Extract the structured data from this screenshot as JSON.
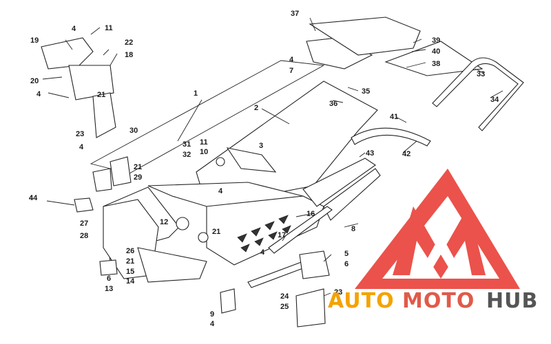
{
  "diagram": {
    "callouts": [
      {
        "id": "c37",
        "label": "37"
      },
      {
        "id": "c39",
        "label": "39"
      },
      {
        "id": "c40",
        "label": "40"
      },
      {
        "id": "c38",
        "label": "38"
      },
      {
        "id": "c4a",
        "label": "4"
      },
      {
        "id": "c7",
        "label": "7"
      },
      {
        "id": "c33",
        "label": "33"
      },
      {
        "id": "c35",
        "label": "35"
      },
      {
        "id": "c34",
        "label": "34"
      },
      {
        "id": "c36",
        "label": "36"
      },
      {
        "id": "c1",
        "label": "1"
      },
      {
        "id": "c2",
        "label": "2"
      },
      {
        "id": "c41",
        "label": "41"
      },
      {
        "id": "c42",
        "label": "42"
      },
      {
        "id": "c43",
        "label": "43"
      },
      {
        "id": "c3",
        "label": "3"
      },
      {
        "id": "c11b",
        "label": "11"
      },
      {
        "id": "c10",
        "label": "10"
      },
      {
        "id": "c31",
        "label": "31"
      },
      {
        "id": "c32",
        "label": "32"
      },
      {
        "id": "c30",
        "label": "30"
      },
      {
        "id": "c4b",
        "label": "4"
      },
      {
        "id": "c19",
        "label": "19"
      },
      {
        "id": "c4c",
        "label": "4"
      },
      {
        "id": "c11a",
        "label": "11"
      },
      {
        "id": "c22",
        "label": "22"
      },
      {
        "id": "c18",
        "label": "18"
      },
      {
        "id": "c20",
        "label": "20"
      },
      {
        "id": "c4d",
        "label": "4"
      },
      {
        "id": "c21a",
        "label": "21"
      },
      {
        "id": "c23a",
        "label": "23"
      },
      {
        "id": "c4e",
        "label": "4"
      },
      {
        "id": "c21b",
        "label": "21"
      },
      {
        "id": "c29",
        "label": "29"
      },
      {
        "id": "c4f",
        "label": "4"
      },
      {
        "id": "c44",
        "label": "44"
      },
      {
        "id": "c27",
        "label": "27"
      },
      {
        "id": "c28",
        "label": "28"
      },
      {
        "id": "c12",
        "label": "12"
      },
      {
        "id": "c21c",
        "label": "21"
      },
      {
        "id": "c16",
        "label": "16"
      },
      {
        "id": "c8",
        "label": "8"
      },
      {
        "id": "c17",
        "label": "17"
      },
      {
        "id": "c26",
        "label": "26"
      },
      {
        "id": "c21d",
        "label": "21"
      },
      {
        "id": "c15",
        "label": "15"
      },
      {
        "id": "c14",
        "label": "14"
      },
      {
        "id": "c4g",
        "label": "4"
      },
      {
        "id": "c5",
        "label": "5"
      },
      {
        "id": "c6b",
        "label": "6"
      },
      {
        "id": "c6a",
        "label": "6"
      },
      {
        "id": "c13",
        "label": "13"
      },
      {
        "id": "c24",
        "label": "24"
      },
      {
        "id": "c25",
        "label": "25"
      },
      {
        "id": "c23b",
        "label": "23"
      },
      {
        "id": "c4h",
        "label": "4"
      },
      {
        "id": "c9",
        "label": "9"
      },
      {
        "id": "c4i",
        "label": "4"
      }
    ]
  },
  "watermark": {
    "part1": "AUTO",
    "part2": "MOTO",
    "part3": "HUB",
    "logo_color": "#e8342c",
    "auto_color": "#f4a300",
    "moto_color": "#e05a4a",
    "hub_color": "#555555"
  }
}
